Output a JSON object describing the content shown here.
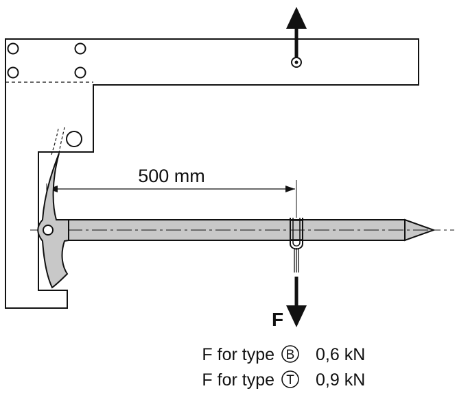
{
  "diagram": {
    "dimension_label": "500 mm",
    "force_label": "F",
    "notes": [
      {
        "prefix": "F for type",
        "type_letter": "B",
        "value": "0,6 kN"
      },
      {
        "prefix": "F for type",
        "type_letter": "T",
        "value": "0,9 kN"
      }
    ],
    "colors": {
      "stroke": "#111111",
      "shaft_fill": "#c8c8c8",
      "pick_fill": "#c8c8c8",
      "background": "#ffffff"
    }
  }
}
